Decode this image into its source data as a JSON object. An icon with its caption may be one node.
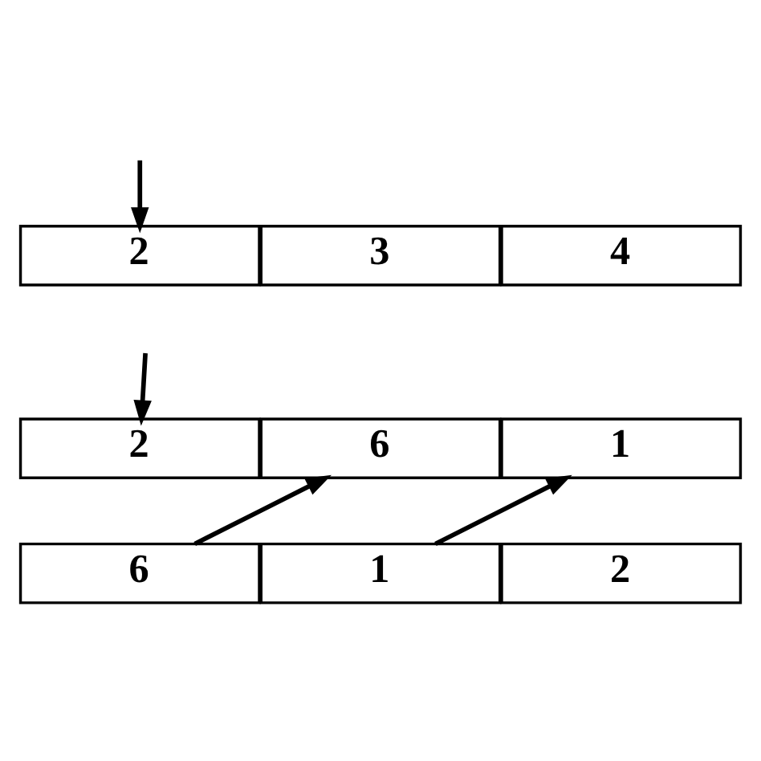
{
  "diagram": {
    "nodes": [
      {
        "text": [
          "2"
        ]
      },
      {
        "text": [
          "3"
        ]
      },
      {
        "text": [
          "4"
        ]
      },
      {
        "text": [
          "2"
        ]
      },
      {
        "text": [
          "6"
        ]
      },
      {
        "text": [
          "1"
        ]
      },
      {
        "text": [
          "6"
        ]
      },
      {
        "text": [
          "1"
        ]
      },
      {
        "text": [
          "2"
        ]
      }
    ],
    "edges": [
      {
        "from": null,
        "to": 0,
        "arrow": "to"
      },
      {
        "from": null,
        "to": 3,
        "arrow": "to"
      },
      {
        "from": 6,
        "to": 4,
        "arrow": "to"
      },
      {
        "from": 7,
        "to": 5,
        "arrow": "to"
      }
    ]
  }
}
